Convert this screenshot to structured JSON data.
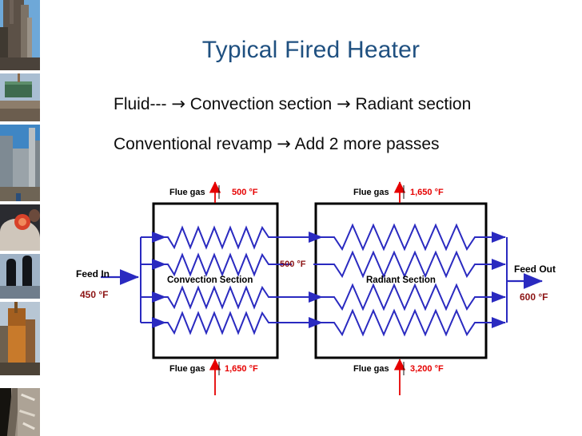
{
  "slide": {
    "title": "Typical Fired Heater",
    "bullets": [
      "Fluid---  Convection section  Radiant section",
      "Conventional revamp  Add 2 more passes"
    ],
    "bullet_parts": [
      {
        "pre": "Fluid--- ",
        "a1": "→",
        "mid": " Convection section ",
        "a2": "→",
        "post": " Radiant section"
      },
      {
        "pre": "Conventional revamp ",
        "a1": "→",
        "mid": " Add 2 more passes",
        "a2": "",
        "post": ""
      }
    ]
  },
  "colors": {
    "title": "#1F5080",
    "body_text": "#0D0D0D",
    "tube_blue": "#2A2AC0",
    "box_black": "#000000",
    "flue_red": "#E60000",
    "temp_darkred": "#8C1414"
  },
  "diagram": {
    "convection": {
      "section_label": "Convection Section",
      "flue_gas_top_label": "Flue gas",
      "flue_gas_top_temp": "500 °F",
      "flue_gas_bottom_label": "Flue gas",
      "flue_gas_bottom_temp": "1,650 °F"
    },
    "radiant": {
      "section_label": "Radiant Section",
      "flue_gas_top_label": "Flue gas",
      "flue_gas_top_temp": "1,650 °F",
      "flue_gas_bottom_label": "Flue gas",
      "flue_gas_bottom_temp": "3,200 °F"
    },
    "feed_in": {
      "label": "Feed In",
      "temp": "450 °F"
    },
    "feed_out": {
      "label": "Feed Out",
      "temp": "600 °F"
    },
    "intermediate_temp": "500 °F",
    "pass_count": 4
  },
  "photo_strip": {
    "count": 7,
    "captions": [
      "refinery-column-photo",
      "module-lift-photo",
      "process-plant-photo",
      "hot-metal-photo",
      "worker-silhouette-photo",
      "fired-heater-tower-photo",
      "insulation-texture-photo"
    ]
  }
}
